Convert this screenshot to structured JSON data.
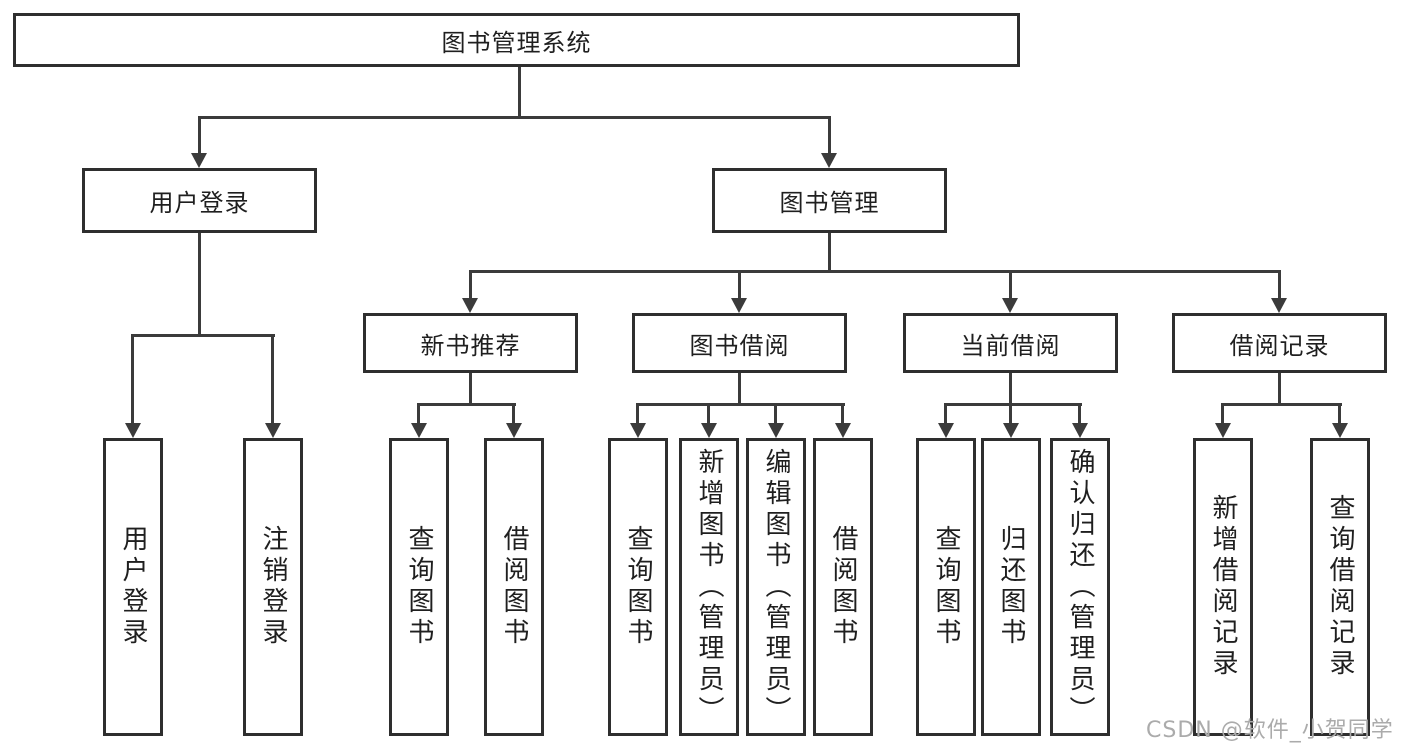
{
  "tree": {
    "root": "图书管理系统",
    "level2": {
      "user_login": "用户登录",
      "book_mgmt": "图书管理"
    },
    "level3": {
      "recommend": "新书推荐",
      "borrow": "图书借阅",
      "current": "当前借阅",
      "records": "借阅记录"
    },
    "leaves": {
      "login": [
        "用户登录",
        "注销登录"
      ],
      "recommend": [
        "查询图书",
        "借阅图书"
      ],
      "borrow": [
        "查询图书",
        "新增图书（管理员）",
        "编辑图书（管理员）",
        "借阅图书"
      ],
      "current": [
        "查询图书",
        "归还图书",
        "确认归还（管理员）"
      ],
      "records": [
        "新增借阅记录",
        "查询借阅记录"
      ]
    }
  },
  "watermark": {
    "text": "CSDN @软件_小贺同学"
  },
  "colors": {
    "background": "#ffffff",
    "line": "#3b3b3b",
    "box_border": "#2e2e2e",
    "text": "#1f1f1f",
    "watermark_text": "#ababab"
  }
}
